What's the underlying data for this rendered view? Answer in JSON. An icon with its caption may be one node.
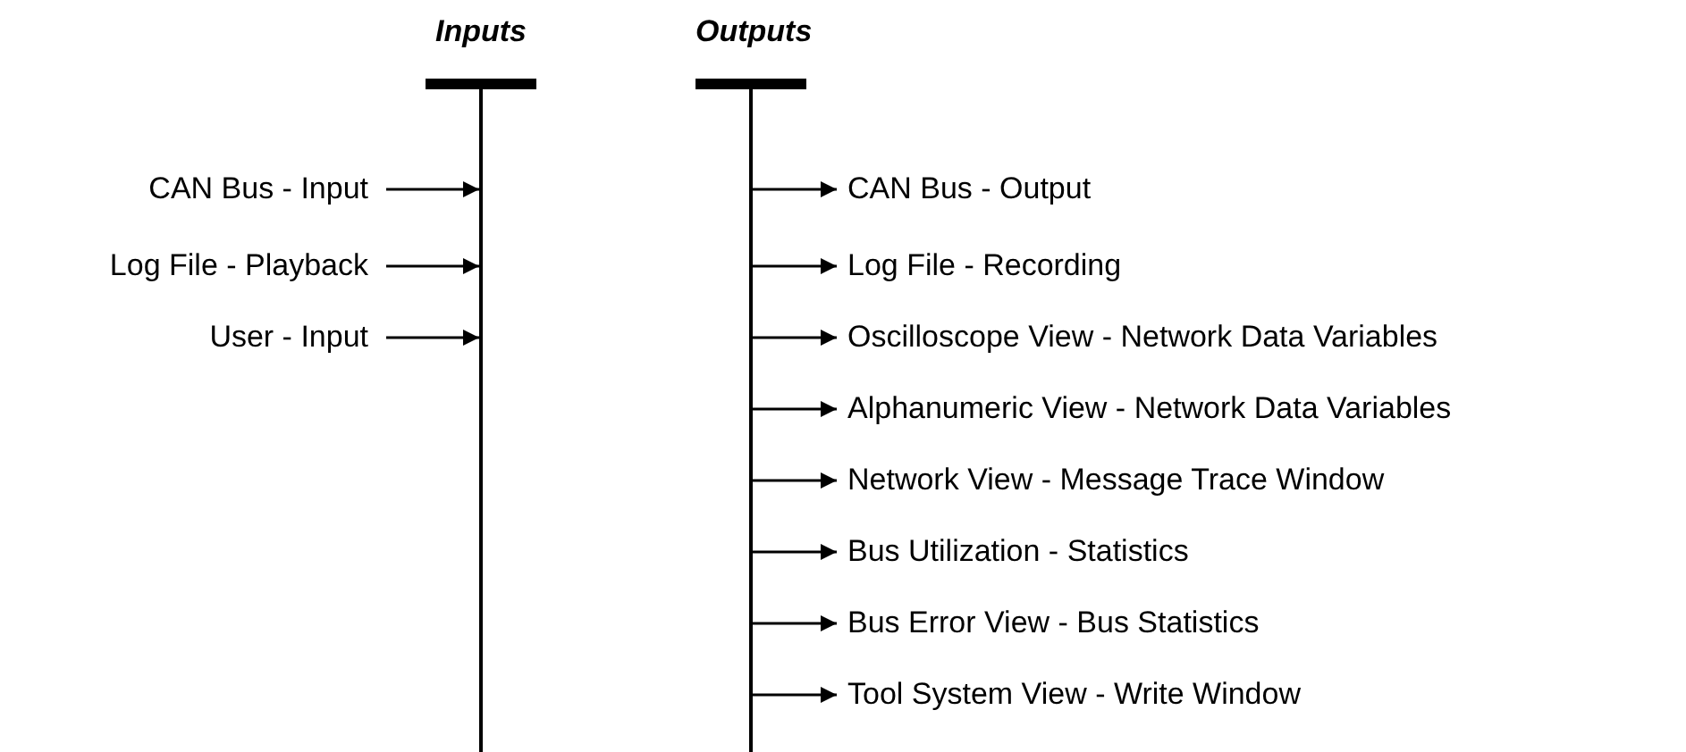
{
  "diagram": {
    "nodes": [
      {
        "text": [
          "Inputs"
        ]
      },
      {
        "text": [
          "Outputs"
        ]
      },
      {
        "text": [
          "CAN Bus - Input"
        ]
      },
      {
        "text": [
          "Log File - Playback"
        ]
      },
      {
        "text": [
          "User - Input"
        ]
      },
      {
        "text": [
          "CAN Bus - Output"
        ]
      },
      {
        "text": [
          "Log File - Recording"
        ]
      },
      {
        "text": [
          "Oscilloscope View - Network Data Variables"
        ]
      },
      {
        "text": [
          "Alphanumeric View - Network Data Variables"
        ]
      },
      {
        "text": [
          "Network View - Message Trace Window"
        ]
      },
      {
        "text": [
          "Bus Utilization - Statistics"
        ]
      },
      {
        "text": [
          "Bus Error View - Bus Statistics"
        ]
      },
      {
        "text": [
          "Tool System View - Write Window"
        ]
      }
    ],
    "edges": [
      {
        "from": 2,
        "to": 0,
        "arrow": "to"
      },
      {
        "from": 3,
        "to": 0,
        "arrow": "to"
      },
      {
        "from": 4,
        "to": 0,
        "arrow": "to"
      },
      {
        "from": 1,
        "to": 5,
        "arrow": "to"
      },
      {
        "from": 1,
        "to": 6,
        "arrow": "to"
      },
      {
        "from": 1,
        "to": 7,
        "arrow": "to"
      },
      {
        "from": 1,
        "to": 8,
        "arrow": "to"
      },
      {
        "from": 1,
        "to": 9,
        "arrow": "to"
      },
      {
        "from": 1,
        "to": 10,
        "arrow": "to"
      },
      {
        "from": 1,
        "to": 11,
        "arrow": "to"
      },
      {
        "from": 1,
        "to": 12,
        "arrow": "to"
      }
    ]
  }
}
